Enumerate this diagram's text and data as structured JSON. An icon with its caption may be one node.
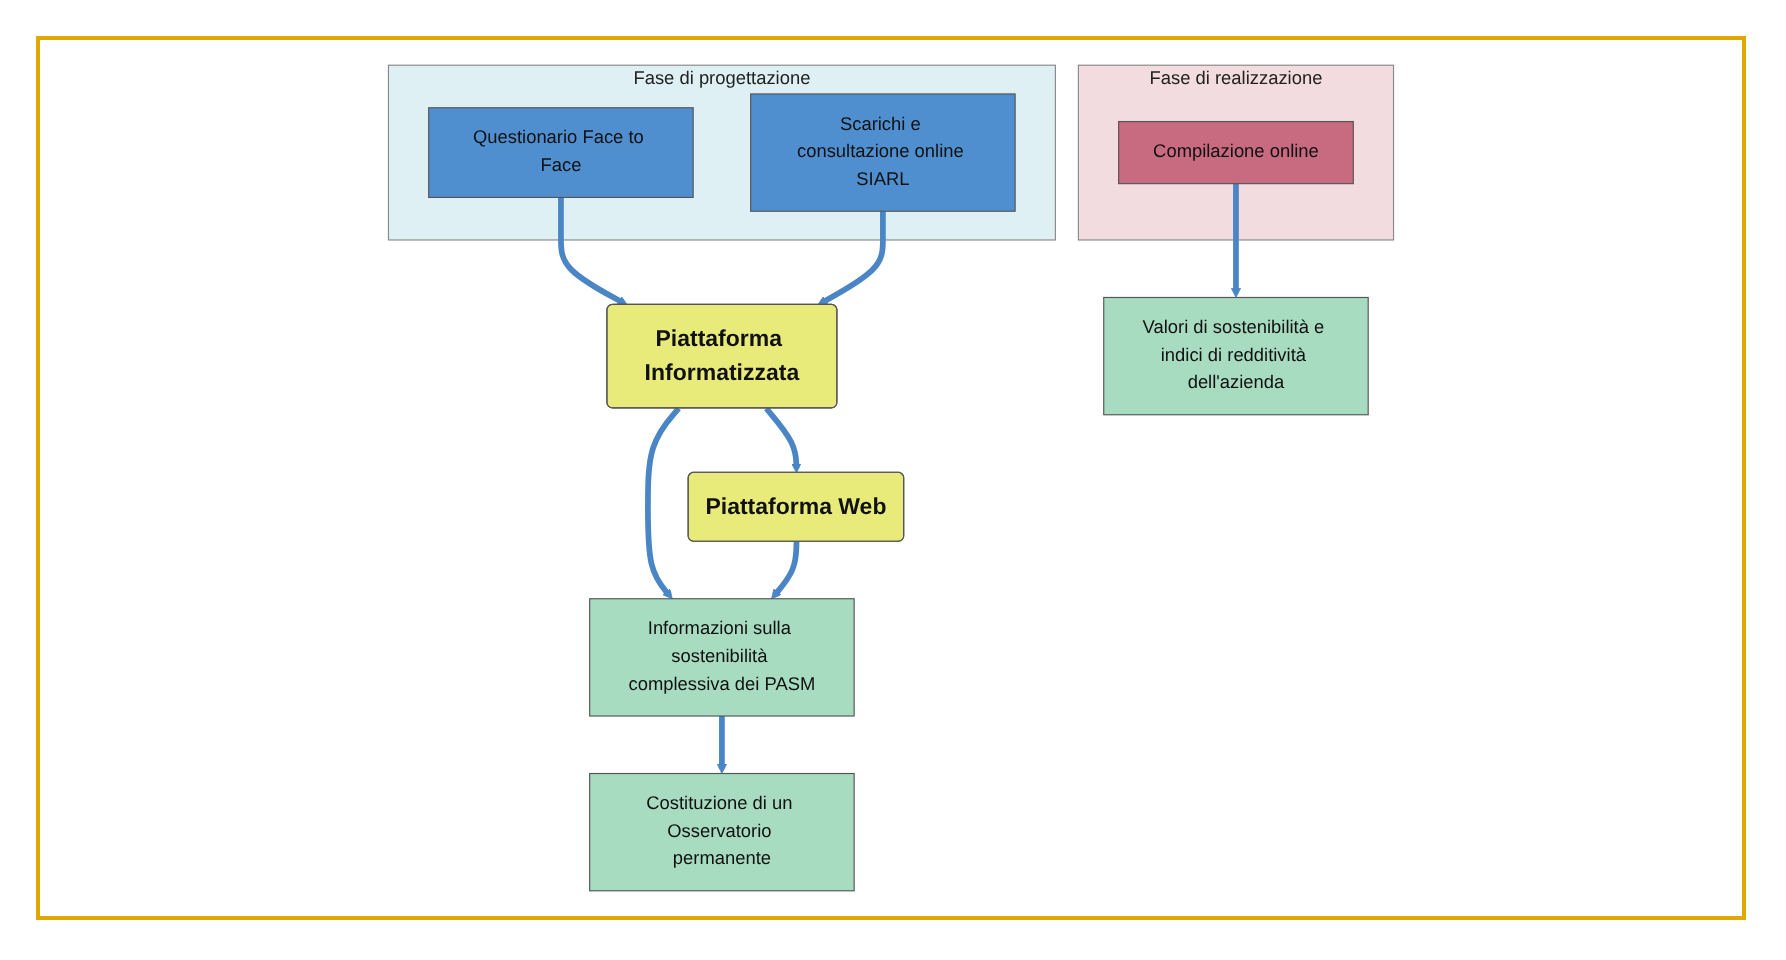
{
  "diagram": {
    "nodes": [
      {
        "text": [
          "Fase di progettazione"
        ]
      },
      {
        "text": [
          "Questionario Face to Face"
        ],
        "in": 0
      },
      {
        "text": [
          "Scarichi e consultazione online SIARL"
        ],
        "in": 0
      },
      {
        "text": [
          "Fase di realizzazione"
        ]
      },
      {
        "text": [
          "Compilazione online"
        ],
        "in": 3
      },
      {
        "text": [
          "Piattaforma Informatizzata"
        ]
      },
      {
        "text": [
          "Piattaforma Web"
        ]
      },
      {
        "text": [
          "Costituzione di un Osservatorio permanente"
        ]
      },
      {
        "text": [
          "Informazioni sulla sostenibilità complessiva dei PASM"
        ]
      },
      {
        "text": [
          "Valori di sostenibilità e indici di redditività dell'azienda"
        ]
      }
    ],
    "edges": [
      {
        "from": 1,
        "to": 5,
        "arrow": "to"
      },
      {
        "from": 2,
        "to": 5,
        "arrow": "to"
      },
      {
        "from": 5,
        "to": 6,
        "arrow": "to"
      },
      {
        "from": 4,
        "to": 9,
        "arrow": "to"
      },
      {
        "from": 5,
        "to": 8,
        "arrow": "to"
      },
      {
        "from": 6,
        "to": 8,
        "arrow": "to"
      },
      {
        "from": 8,
        "to": 7,
        "arrow": "to"
      }
    ]
  }
}
